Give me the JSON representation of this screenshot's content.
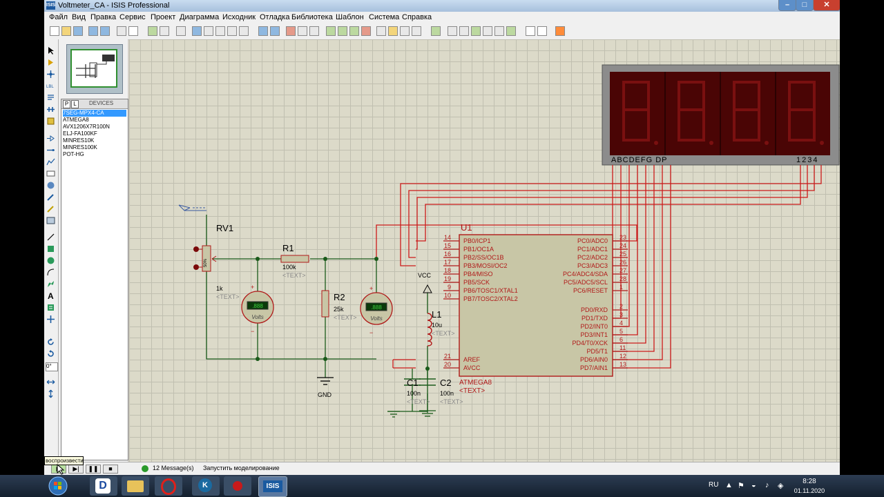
{
  "window": {
    "title": "Voltmeter_CA - ISIS Professional",
    "app_icon_label": "ISIS"
  },
  "menu": [
    "Файл",
    "Вид",
    "Правка",
    "Сервис",
    "Проект",
    "Диаграмма",
    "Исходник",
    "Отладка",
    "Библиотека",
    "Шаблон",
    "Система",
    "Справка"
  ],
  "side_panel": {
    "tabs": [
      "P",
      "L"
    ],
    "devices_header": "DEVICES",
    "devices": [
      "7SEG-MPX4-CA",
      "ATMEGA8",
      "AVX1206X7R100N",
      "ELJ-FA100KF",
      "MINRES10K",
      "MINRES100K",
      "POT-HG"
    ],
    "selected_device": "7SEG-MPX4-CA",
    "rotation_value": "0°"
  },
  "schematic": {
    "display": {
      "segment_labels": "ABCDEFG  DP",
      "digit_labels": "1234"
    },
    "u1": {
      "ref": "U1",
      "part": "ATMEGA8",
      "text": "<TEXT>",
      "left_pins": [
        {
          "num": "14",
          "name": "PB0/ICP1"
        },
        {
          "num": "15",
          "name": "PB1/OC1A"
        },
        {
          "num": "16",
          "name": "PB2/SS/OC1B"
        },
        {
          "num": "17",
          "name": "PB3/MOSI/OC2"
        },
        {
          "num": "18",
          "name": "PB4/MISO"
        },
        {
          "num": "19",
          "name": "PB5/SCK"
        },
        {
          "num": "9",
          "name": "PB6/TOSC1/XTAL1"
        },
        {
          "num": "10",
          "name": "PB7/TOSC2/XTAL2"
        }
      ],
      "left_pins_power": [
        {
          "num": "21",
          "name": "AREF"
        },
        {
          "num": "20",
          "name": "AVCC"
        }
      ],
      "right_pins": [
        {
          "num": "23",
          "name": "PC0/ADC0"
        },
        {
          "num": "24",
          "name": "PC1/ADC1"
        },
        {
          "num": "25",
          "name": "PC2/ADC2"
        },
        {
          "num": "26",
          "name": "PC3/ADC3"
        },
        {
          "num": "27",
          "name": "PC4/ADC4/SDA"
        },
        {
          "num": "28",
          "name": "PC5/ADC5/SCL"
        },
        {
          "num": "1",
          "name": "PC6/RESET"
        }
      ],
      "right_pins_d": [
        {
          "num": "2",
          "name": "PD0/RXD"
        },
        {
          "num": "3",
          "name": "PD1/TXD"
        },
        {
          "num": "4",
          "name": "PD2/INT0"
        },
        {
          "num": "5",
          "name": "PD3/INT1"
        },
        {
          "num": "6",
          "name": "PD4/T0/XCK"
        },
        {
          "num": "11",
          "name": "PD5/T1"
        },
        {
          "num": "12",
          "name": "PD6/AIN0"
        },
        {
          "num": "13",
          "name": "PD7/AIN1"
        }
      ]
    },
    "rv1": {
      "ref": "RV1",
      "value": "1k",
      "text": "<TEXT>",
      "body": "50%"
    },
    "r1": {
      "ref": "R1",
      "value": "100k",
      "text": "<TEXT>"
    },
    "r2": {
      "ref": "R2",
      "value": "25k",
      "text": "<TEXT>"
    },
    "l1": {
      "ref": "L1",
      "value": "10u",
      "text": "<TEXT>"
    },
    "c1": {
      "ref": "C1",
      "value": "100n",
      "text": "<TEXT>"
    },
    "c2": {
      "ref": "C2",
      "value": "100n",
      "text": "<TEXT>"
    },
    "vcc": "VCC",
    "gnd": "GND",
    "voltmeter_unit": "Volts",
    "voltmeter_reading": ".888",
    "plus": "+",
    "minus": "−"
  },
  "statusbar": {
    "tooltip": "воспроизвести",
    "messages": "12 Message(s)",
    "status_text": "Запустить моделирование"
  },
  "taskbar": {
    "lang": "RU",
    "time": "8:28",
    "date": "01.11.2020",
    "isis_label": "ISIS"
  },
  "colors": {
    "wire_red": "#cc1a1a",
    "wire_green": "#1a5a1a",
    "canvas_bg": "#dcdac9",
    "display_bg": "#4a0505"
  }
}
